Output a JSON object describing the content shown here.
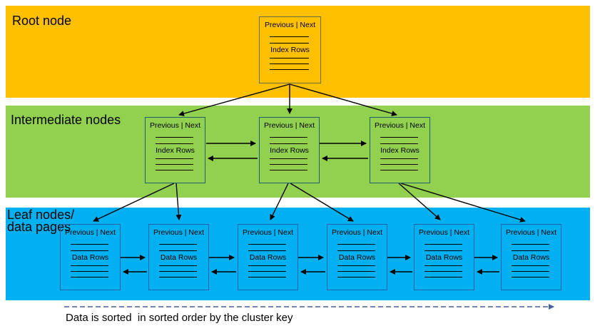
{
  "bands": {
    "root": {
      "label": "Root node",
      "color": "#FFC000"
    },
    "intermediate": {
      "label": "Intermediate nodes",
      "color": "#92D050"
    },
    "leaf": {
      "label": "Leaf nodes/\ndata pages",
      "color": "#00B0F0"
    }
  },
  "node": {
    "header": "Previous | Next",
    "index_label": "Index Rows",
    "data_label": "Data Rows"
  },
  "counts": {
    "root_nodes": 1,
    "intermediate_nodes": 3,
    "leaf_nodes": 6
  },
  "caption": {
    "text": "Data is sorted  in sorted order by the cluster key"
  },
  "arrow_colors": {
    "tree_links": "#000000",
    "sorted_order_arrow": "#47609F"
  }
}
